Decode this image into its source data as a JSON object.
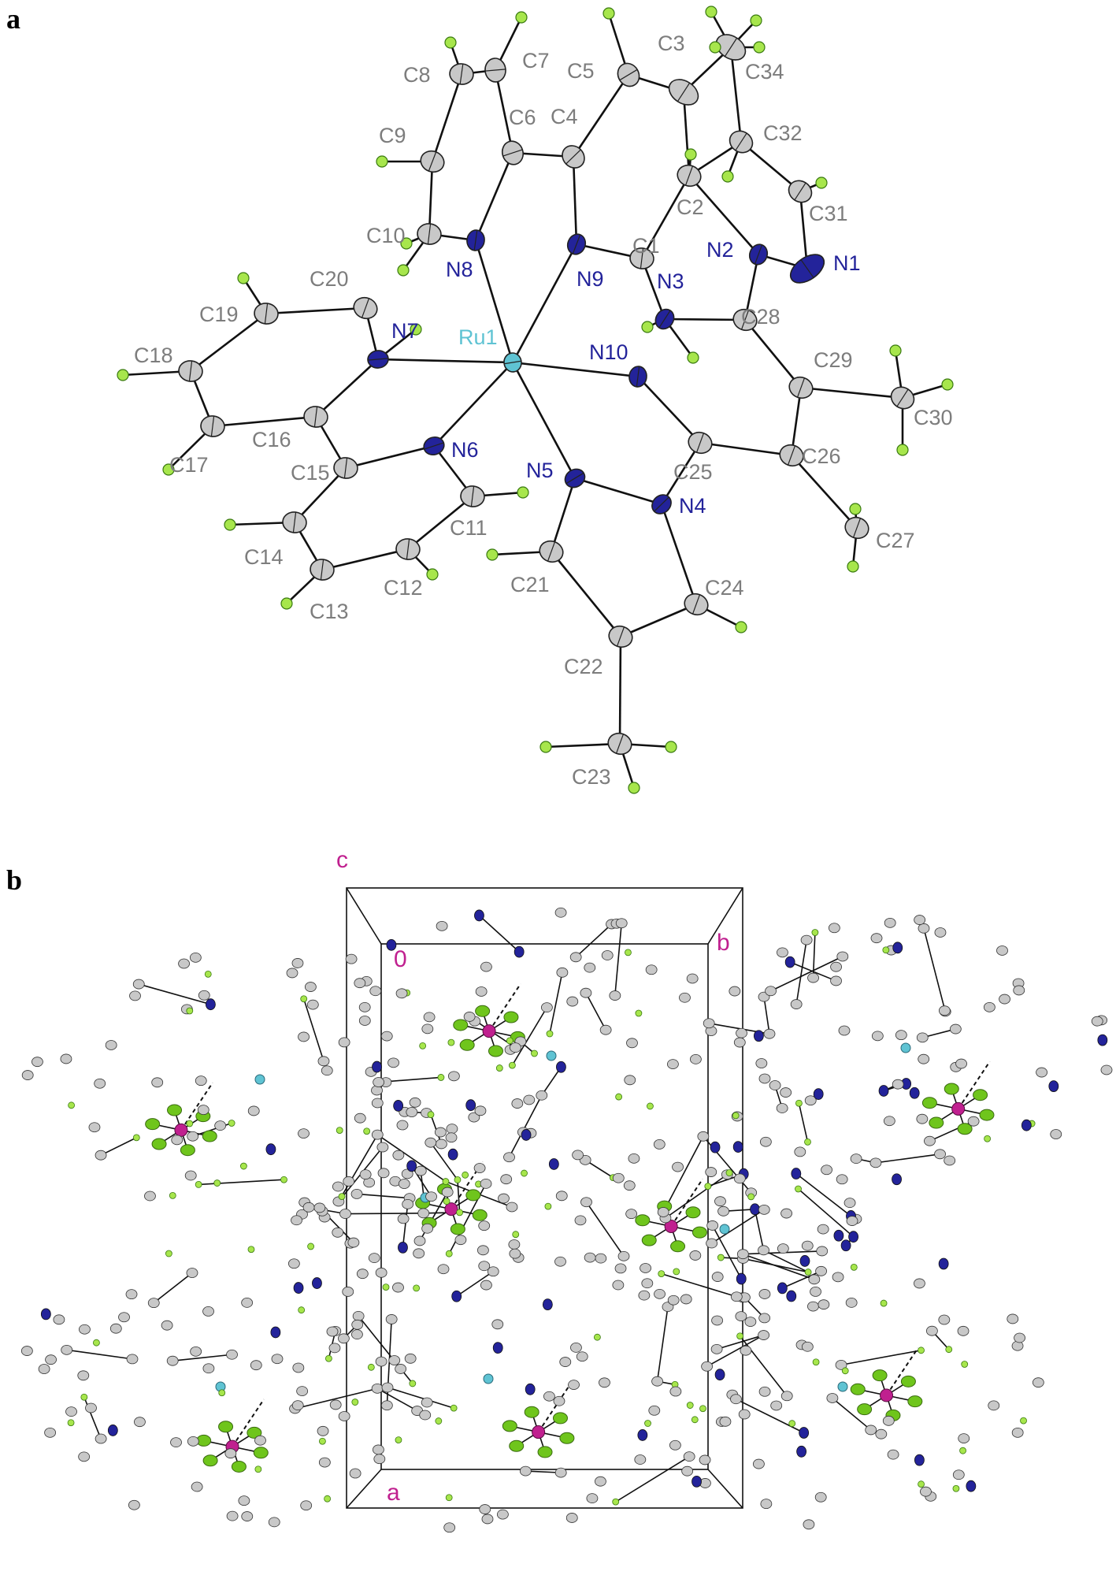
{
  "panels": {
    "a": {
      "letter": "a"
    },
    "b": {
      "letter": "b"
    }
  },
  "colors": {
    "carbon": "#c8c8c8",
    "carbon_label": "#7d7d7d",
    "nitrogen": "#23239a",
    "ruthenium": "#5fc3d3",
    "hydrogen": "#a7e64c",
    "fluorine": "#6fc51c",
    "phosphorus": "#c0208f"
  },
  "atom_labels": [
    "Ru1",
    "N1",
    "N2",
    "N3",
    "N4",
    "N5",
    "N6",
    "N7",
    "N8",
    "N9",
    "N10",
    "C1",
    "C2",
    "C3",
    "C4",
    "C5",
    "C6",
    "C7",
    "C8",
    "C9",
    "C10",
    "C11",
    "C12",
    "C13",
    "C14",
    "C15",
    "C16",
    "C17",
    "C18",
    "C19",
    "C20",
    "C21",
    "C22",
    "C23",
    "C24",
    "C25",
    "C26",
    "C27",
    "C28",
    "C29",
    "C30",
    "C31",
    "C32",
    "C34"
  ],
  "unit_cell_labels": {
    "origin": "0",
    "a": "a",
    "b": "b",
    "c": "c"
  }
}
